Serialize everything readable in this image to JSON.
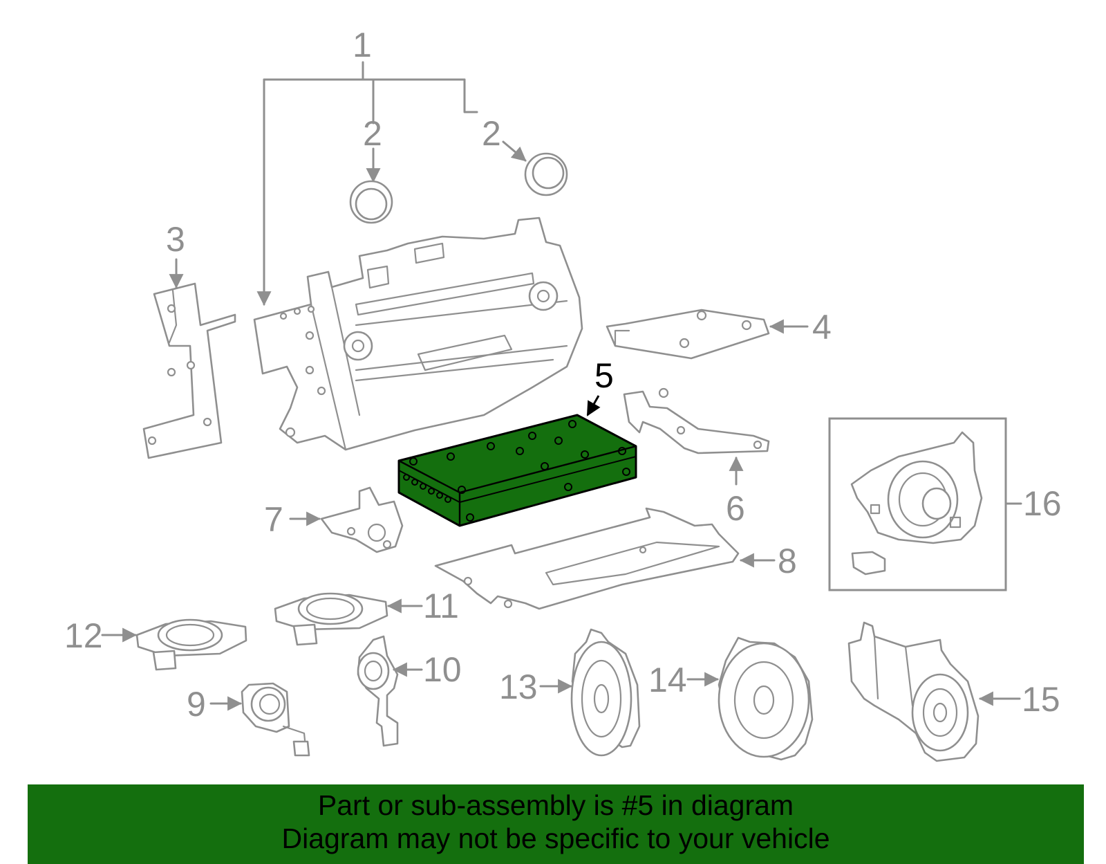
{
  "callouts": {
    "c1": "1",
    "c2a": "2",
    "c2b": "2",
    "c3": "3",
    "c4": "4",
    "c5": "5",
    "c6": "6",
    "c7": "7",
    "c8": "8",
    "c9": "9",
    "c10": "10",
    "c11": "11",
    "c12": "12",
    "c13": "13",
    "c14": "14",
    "c15": "15",
    "c16": "16"
  },
  "colors": {
    "highlight": "#146f0e",
    "part_stroke": "#8f8f8f",
    "banner": "#146f0e"
  },
  "banner": {
    "line1": "Part or sub-assembly is #5 in diagram",
    "line2": "Diagram may not be specific to your vehicle"
  }
}
